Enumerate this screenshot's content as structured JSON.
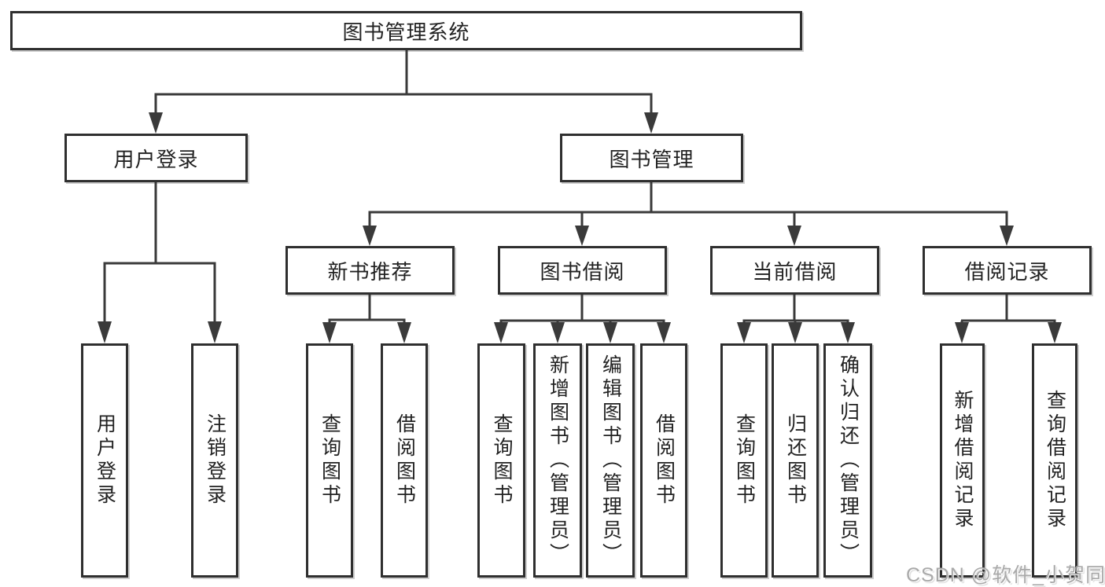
{
  "title": "图书管理系统",
  "level2": {
    "user_login": "用户登录",
    "book_mgmt": "图书管理"
  },
  "level3": {
    "new_books": "新书推荐",
    "borrowing": "图书借阅",
    "current": "当前借阅",
    "records": "借阅记录"
  },
  "leaves": {
    "user_login": [
      "用户登录",
      "注销登录"
    ],
    "new_books": [
      "查询图书",
      "借阅图书"
    ],
    "borrowing": [
      "查询图书",
      "新增图书（管理员）",
      "编辑图书（管理员）",
      "借阅图书"
    ],
    "current": [
      "查询图书",
      "归还图书",
      "确认归还（管理员）"
    ],
    "records": [
      "新增借阅记录",
      "查询借阅记录"
    ]
  },
  "watermark": "CSDN @软件_小贺同学",
  "colors": {
    "line": "#3a3a3a",
    "border": "#2f2f2f",
    "text": "#222222",
    "background": "#ffffff",
    "watermark": "#a9a9a9"
  }
}
